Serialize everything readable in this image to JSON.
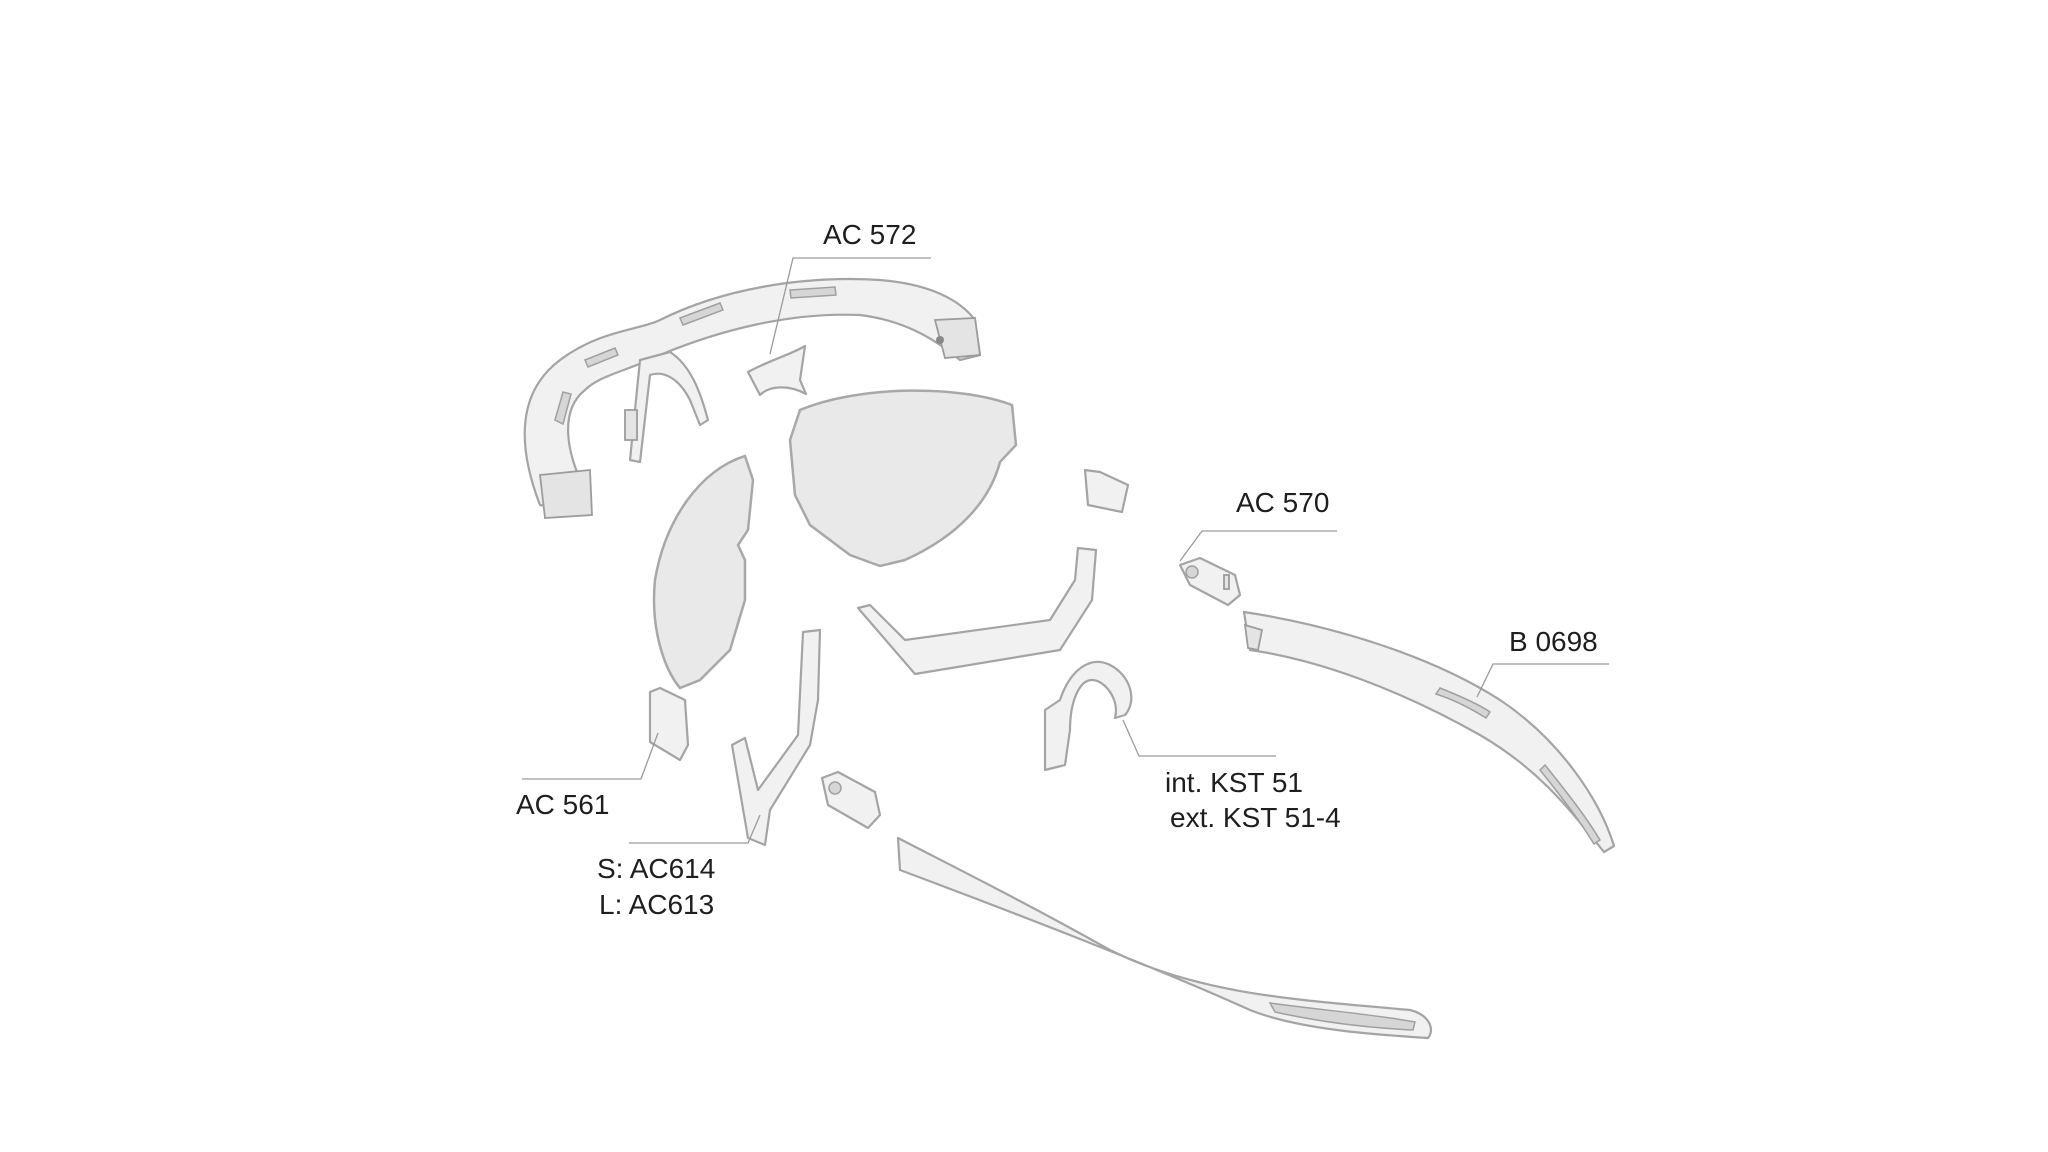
{
  "diagram": {
    "labels": {
      "ac572": "AC 572",
      "ac570": "AC 570",
      "b0698": "B 0698",
      "kst_int": "int. KST 51",
      "kst_ext": "ext. KST 51-4",
      "ac561": "AC 561",
      "ac614": "S: AC614",
      "ac613": "L: AC613"
    },
    "colors": {
      "part_fill": "#f1f1f1",
      "outline": "#a4a4a4",
      "text": "#1e1e1e"
    }
  }
}
